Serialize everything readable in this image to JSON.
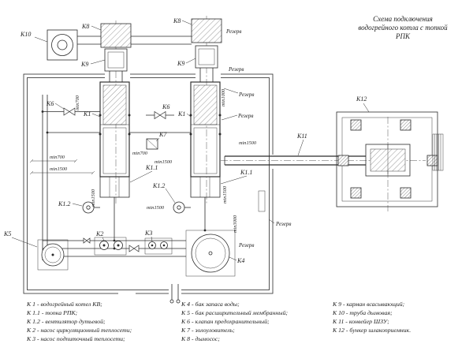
{
  "title": {
    "lines": [
      "Схема подключения",
      "водогрейного котла с топкой",
      "РПК"
    ]
  },
  "callouts": {
    "k10": "К10",
    "k8_1": "К8",
    "k8_2": "К8",
    "k9_1": "К9",
    "k9_2": "К9",
    "k6_1": "К6",
    "k6_2": "К6",
    "k1_1": "К1",
    "k1_2": "К1",
    "k7": "К7",
    "k1_1a": "К1.1",
    "k1_1b": "К1.1",
    "k1_2a": "К1.2",
    "k1_2b": "К1.2",
    "k2": "К2",
    "k3": "К3",
    "k4": "К4",
    "k5": "К5",
    "k11": "К11",
    "k12": "К12"
  },
  "reserve": {
    "r1": "Резерв",
    "r2": "Резерв",
    "r3": "Резерв",
    "r4": "Резерв",
    "r5": "Резерв",
    "r6": "Резерв"
  },
  "dimensions": {
    "d1": "min700",
    "d2": "min700",
    "d3": "min1500",
    "d4": "min700",
    "d5": "min1500",
    "d6": "min1500",
    "d7": "min1500",
    "d8": "min1500",
    "d9": "min3000",
    "d10": "min1000",
    "d11": "min1500"
  },
  "legend": {
    "col1": [
      "К 1  - водогрейный котел КВ;",
      "К 1.1 - топка РПК;",
      "К 1.2 - вентилятор дутьевой;",
      "К 2  - насос циркуляционный теплосети;",
      "К 3  - насос подпиточный теплосети;"
    ],
    "col2": [
      "К 4  - бак запаса воды;",
      "К 5  - бак расширительный мембранный;",
      "К 6  - клапан предохранительный;",
      "К 7  - золоуловитель;",
      "К 8  - дымосос;"
    ],
    "col3": [
      "К 9  - карман всасывающий;",
      "К 10 - труба дымовая;",
      "К 11 - конвейер ШЗУ;",
      "К 12 - бункер шлакоприемник."
    ]
  }
}
